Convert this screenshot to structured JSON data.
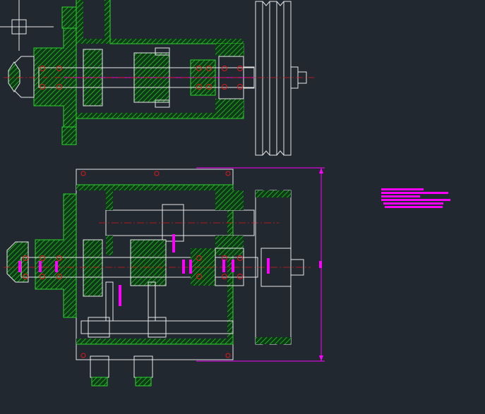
{
  "drawing": {
    "top_view": {
      "label": ""
    },
    "bottom_view": {
      "label": ""
    },
    "dimensions": [
      {
        "id": "dim-vertical-1",
        "text": ""
      },
      {
        "id": "dim-vertical-2",
        "text": ""
      },
      {
        "id": "dim-vertical-3",
        "text": ""
      },
      {
        "id": "dim-overall-height",
        "text": ""
      }
    ],
    "notes_block": {
      "lines": [
        "",
        "",
        "",
        "",
        "",
        ""
      ]
    }
  },
  "colors": {
    "background": "#212830",
    "part_outline": "#2bd42b",
    "centerline": "#e01818",
    "edge": "#e8e8e8",
    "dimension": "#ff00ff"
  }
}
